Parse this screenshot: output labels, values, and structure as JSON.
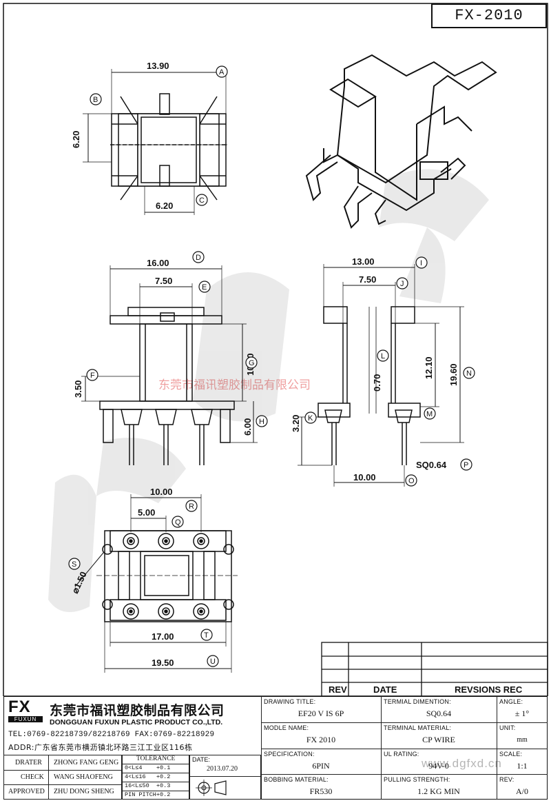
{
  "title": "FX-2010",
  "watermark": {
    "company_red": "东莞市福讯塑胶制品有限公司",
    "website": "www.dgfxd.cn"
  },
  "dimensions": {
    "top_width": "13.90",
    "top_height": "6.20",
    "top_inner": "6.20",
    "front_width": "16.00",
    "front_inner": "7.50",
    "front_height": "10.80",
    "front_base": "3.50",
    "front_pin": "6.00",
    "side_width": "13.00",
    "side_inner": "7.50",
    "side_h1": "12.10",
    "side_h2": "19.60",
    "side_center": "0.70",
    "side_base": "3.20",
    "side_pin_sq": "SQ0.64",
    "side_pitch": "10.00",
    "bottom_pitch_outer": "10.00",
    "bottom_pitch": "5.00",
    "bottom_hole": "⌀1.50",
    "bottom_inner": "17.00",
    "bottom_outer": "19.50"
  },
  "balloons": [
    "A",
    "B",
    "C",
    "D",
    "E",
    "F",
    "G",
    "H",
    "I",
    "J",
    "K",
    "L",
    "M",
    "N",
    "O",
    "P",
    "Q",
    "R",
    "S",
    "T",
    "U"
  ],
  "rev_table": {
    "rev": "REV",
    "date": "DATE",
    "rec": "REVSIONS REC"
  },
  "company": {
    "logo": "FX",
    "logo_sub": "FUXUN",
    "name_cn": "东莞市福讯塑胶制品有限公司",
    "name_en": "DONGGUAN FUXUN PLASTIC PRODUCT CO.,LTD.",
    "tel": "TEL:0769-82218739/82218769 FAX:0769-82218929",
    "addr": "ADDR:广东省东莞市横沥镇北环路三江工业区116栋"
  },
  "people": [
    {
      "role": "DRATER",
      "name": "ZHONG FANG GENG"
    },
    {
      "role": "CHECK",
      "name": "WANG SHAOFENG"
    },
    {
      "role": "APPROVED",
      "name": "ZHU DONG SHENG"
    }
  ],
  "tolerance": {
    "label": "TOLERANCE",
    "rows": [
      "0<L≤4    +0.1",
      "4<L≤16   +0.2",
      "16<L≤50  +0.3",
      "PIN PITCH+0.2"
    ]
  },
  "date": {
    "label": "DATE:",
    "value": "2013.07.20"
  },
  "fields": {
    "drawing_title": {
      "label": "DRAWING TITLE:",
      "value": "EF20 V IS 6P"
    },
    "terminal_dim": {
      "label": "TERMIAL DIMENTION:",
      "value": "SQ0.64"
    },
    "angle": {
      "label": "ANGLE:",
      "value": "± 1°"
    },
    "model": {
      "label": "MODLE NAME:",
      "value": "FX 2010"
    },
    "terminal_mat": {
      "label": "TERMINAL MATERIAL:",
      "value": "CP WIRE"
    },
    "unit": {
      "label": "UNIT:",
      "value": "mm"
    },
    "spec": {
      "label": "SPECIFICATION:",
      "value": "6PIN"
    },
    "ul": {
      "label": "UL RATING:",
      "value": "94V-0"
    },
    "scale": {
      "label": "SCALE:",
      "value": "1:1"
    },
    "bobbin": {
      "label": "BOBBING MATERIAL:",
      "value": "FR530"
    },
    "pulling": {
      "label": "PULLING STRENGTH:",
      "value": "1.2 KG MIN"
    },
    "rev": {
      "label": "REV:",
      "value": "A/0"
    }
  }
}
